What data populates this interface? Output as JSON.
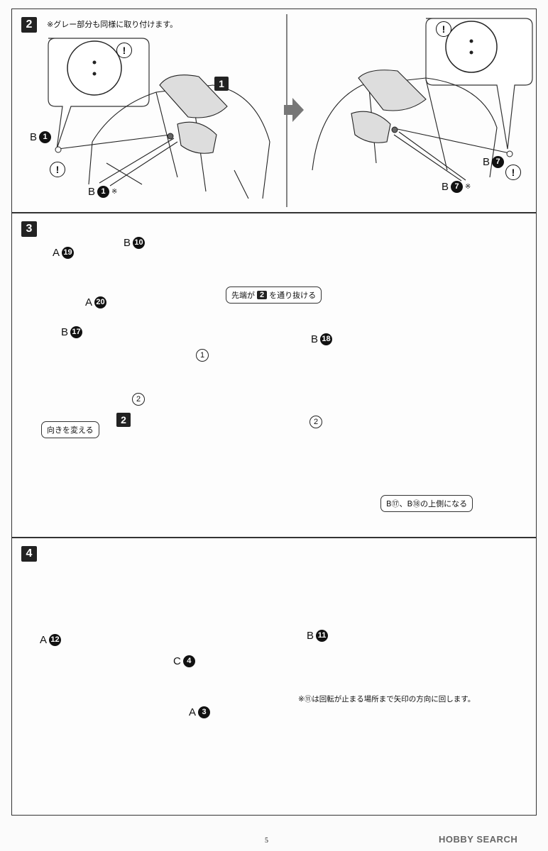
{
  "steps": [
    {
      "number": "2",
      "note": "※グレー部分も同様に取り付けます。",
      "left": {
        "label_top": "B",
        "num_top": "1",
        "label_bottom": "B",
        "num_bottom": "1",
        "bottom_mark": "※",
        "ref_box": "1"
      },
      "right": {
        "label_top": "B",
        "num_top": "7",
        "label_bottom": "B",
        "num_bottom": "7",
        "bottom_mark": "※"
      }
    },
    {
      "number": "3",
      "parts": [
        {
          "letter": "A",
          "num": "19"
        },
        {
          "letter": "B",
          "num": "10"
        },
        {
          "letter": "A",
          "num": "20"
        },
        {
          "letter": "B",
          "num": "17"
        },
        {
          "letter": "B",
          "num": "18"
        }
      ],
      "callout_pass": {
        "prefix": "先端が",
        "ref": "2",
        "suffix": "を通り抜ける"
      },
      "callout_turn": "向きを変える",
      "callout_upper": "B⑰、B⑱の上側になる",
      "ref_box": "2",
      "seq": [
        "1",
        "2",
        "2"
      ]
    },
    {
      "number": "4",
      "parts": [
        {
          "letter": "A",
          "num": "12"
        },
        {
          "letter": "C",
          "num": "4"
        },
        {
          "letter": "A",
          "num": "3"
        },
        {
          "letter": "B",
          "num": "11"
        }
      ],
      "rotate_note": "※⑪は回転が止まる場所まで矢印の方向に回します。"
    }
  ],
  "page_number": "5",
  "watermark": "HOBBY SEARCH"
}
